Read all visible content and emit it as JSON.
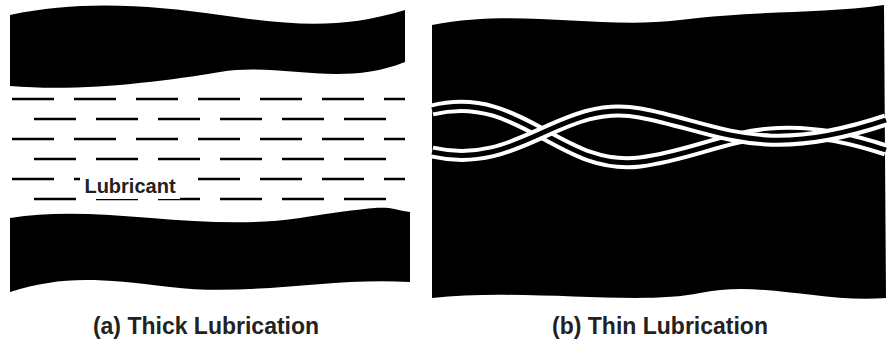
{
  "diagram": {
    "labels": [
      "Lubricant",
      "(a) Thick Lubrication",
      "(b) Thin Lubrication"
    ]
  }
}
